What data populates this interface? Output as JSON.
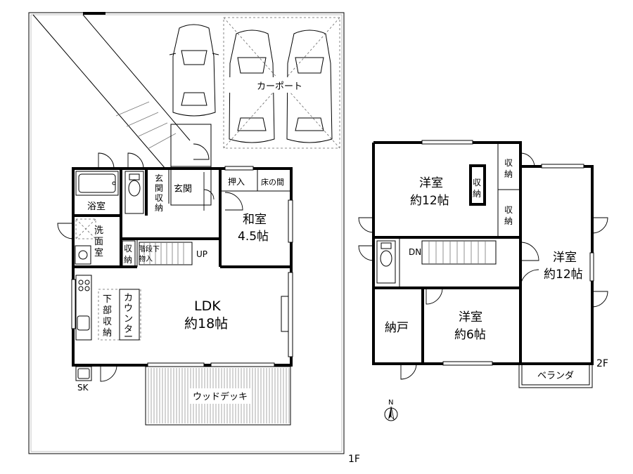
{
  "floor1": {
    "label": "1F",
    "rooms": {
      "carport": "カーポート",
      "entrance": "玄関",
      "entrance_storage": "玄関収納",
      "oshiire": "押入",
      "tokonoma": "床の間",
      "washitsu_name": "和室",
      "washitsu_size": "4.5帖",
      "bath": "浴室",
      "washroom": "洗面室",
      "storage": "収納",
      "under_stairs": "階段下物入",
      "up": "UP",
      "ldk_name": "LDK",
      "ldk_size": "約18帖",
      "counter": "カウンター",
      "under_storage": "下部収納",
      "deck": "ウッドデッキ",
      "sk": "SK"
    }
  },
  "floor2": {
    "label": "2F",
    "rooms": {
      "room_a_name": "洋室",
      "room_a_size": "約12帖",
      "room_b_name": "洋室",
      "room_b_size": "約12帖",
      "room_c_name": "洋室",
      "room_c_size": "約6帖",
      "closet": "収納",
      "nando": "納戸",
      "dn": "DN",
      "veranda": "ベランダ"
    }
  },
  "compass": "N",
  "colors": {
    "line": "#000000",
    "background": "#ffffff",
    "deck_lines": "#555555"
  }
}
